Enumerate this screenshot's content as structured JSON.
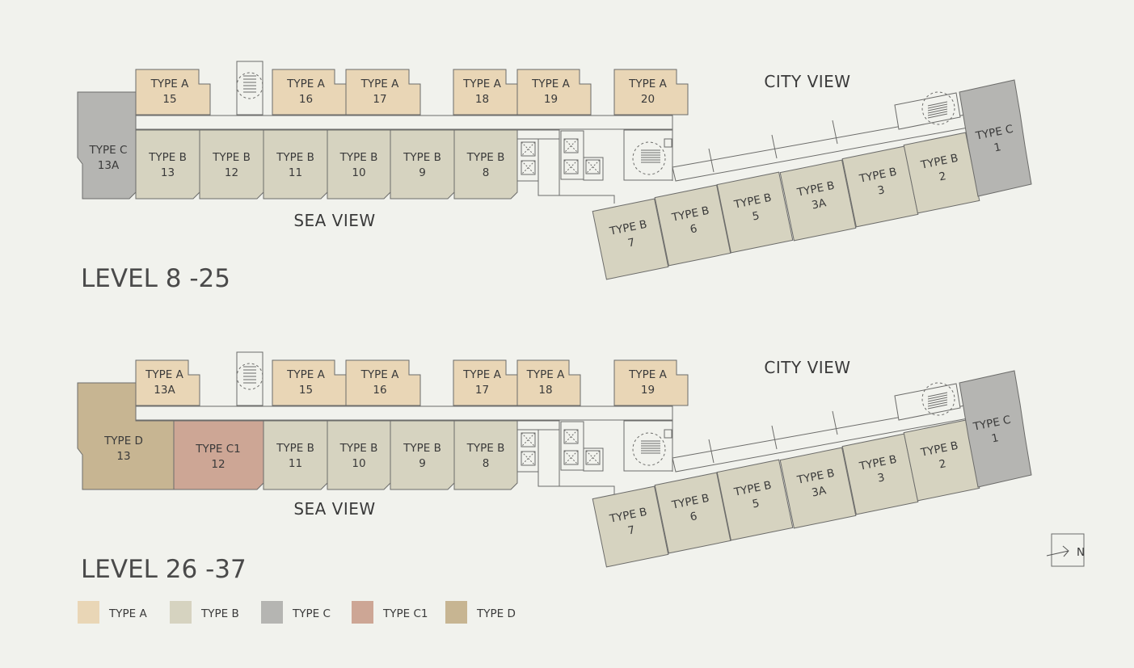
{
  "colors": {
    "A": "#e9d6b6",
    "B": "#d6d3c0",
    "C": "#b5b5b2",
    "C1": "#cda695",
    "D": "#c7b592",
    "line": "#6c6c6a",
    "background": "#f1f2ed"
  },
  "levels": [
    {
      "title": "LEVEL 8 -25",
      "sea_view": "SEA VIEW",
      "city_view": "CITY VIEW",
      "units": [
        {
          "type": "C",
          "line1": "TYPE C",
          "line2": "13A"
        },
        {
          "type": "B",
          "line1": "TYPE B",
          "line2": "13"
        },
        {
          "type": "B",
          "line1": "TYPE B",
          "line2": "12"
        },
        {
          "type": "B",
          "line1": "TYPE B",
          "line2": "11"
        },
        {
          "type": "B",
          "line1": "TYPE B",
          "line2": "10"
        },
        {
          "type": "B",
          "line1": "TYPE B",
          "line2": "9"
        },
        {
          "type": "B",
          "line1": "TYPE B",
          "line2": "8"
        },
        {
          "type": "A",
          "line1": "TYPE A",
          "line2": "15"
        },
        {
          "type": "A",
          "line1": "TYPE A",
          "line2": "16"
        },
        {
          "type": "A",
          "line1": "TYPE A",
          "line2": "17"
        },
        {
          "type": "A",
          "line1": "TYPE A",
          "line2": "18"
        },
        {
          "type": "A",
          "line1": "TYPE A",
          "line2": "19"
        },
        {
          "type": "A",
          "line1": "TYPE A",
          "line2": "20"
        },
        {
          "type": "B",
          "line1": "TYPE B",
          "line2": "7"
        },
        {
          "type": "B",
          "line1": "TYPE B",
          "line2": "6"
        },
        {
          "type": "B",
          "line1": "TYPE B",
          "line2": "5"
        },
        {
          "type": "B",
          "line1": "TYPE B",
          "line2": "3A"
        },
        {
          "type": "B",
          "line1": "TYPE B",
          "line2": "3"
        },
        {
          "type": "B",
          "line1": "TYPE B",
          "line2": "2"
        },
        {
          "type": "C",
          "line1": "TYPE C",
          "line2": "1"
        }
      ]
    },
    {
      "title": "LEVEL 26 -37",
      "sea_view": "SEA VIEW",
      "city_view": "CITY VIEW",
      "units": [
        {
          "type": "D",
          "line1": "TYPE D",
          "line2": "13"
        },
        {
          "type": "C1",
          "line1": "TYPE C1",
          "line2": "12"
        },
        {
          "type": "B",
          "line1": "TYPE B",
          "line2": "11"
        },
        {
          "type": "B",
          "line1": "TYPE B",
          "line2": "10"
        },
        {
          "type": "B",
          "line1": "TYPE B",
          "line2": "9"
        },
        {
          "type": "B",
          "line1": "TYPE B",
          "line2": "8"
        },
        {
          "type": "A",
          "line1": "TYPE A",
          "line2": "13A"
        },
        {
          "type": "A",
          "line1": "TYPE A",
          "line2": "15"
        },
        {
          "type": "A",
          "line1": "TYPE A",
          "line2": "16"
        },
        {
          "type": "A",
          "line1": "TYPE A",
          "line2": "17"
        },
        {
          "type": "A",
          "line1": "TYPE A",
          "line2": "18"
        },
        {
          "type": "A",
          "line1": "TYPE A",
          "line2": "19"
        },
        {
          "type": "B",
          "line1": "TYPE B",
          "line2": "7"
        },
        {
          "type": "B",
          "line1": "TYPE B",
          "line2": "6"
        },
        {
          "type": "B",
          "line1": "TYPE B",
          "line2": "5"
        },
        {
          "type": "B",
          "line1": "TYPE B",
          "line2": "3A"
        },
        {
          "type": "B",
          "line1": "TYPE B",
          "line2": "3"
        },
        {
          "type": "B",
          "line1": "TYPE B",
          "line2": "2"
        },
        {
          "type": "C",
          "line1": "TYPE C",
          "line2": "1"
        }
      ]
    }
  ],
  "legend": [
    {
      "type": "A",
      "label": "TYPE A"
    },
    {
      "type": "B",
      "label": "TYPE B"
    },
    {
      "type": "C",
      "label": "TYPE C"
    },
    {
      "type": "C1",
      "label": "TYPE C1"
    },
    {
      "type": "D",
      "label": "TYPE D"
    }
  ],
  "north_label": "N",
  "north_icon": "north-arrow-icon"
}
